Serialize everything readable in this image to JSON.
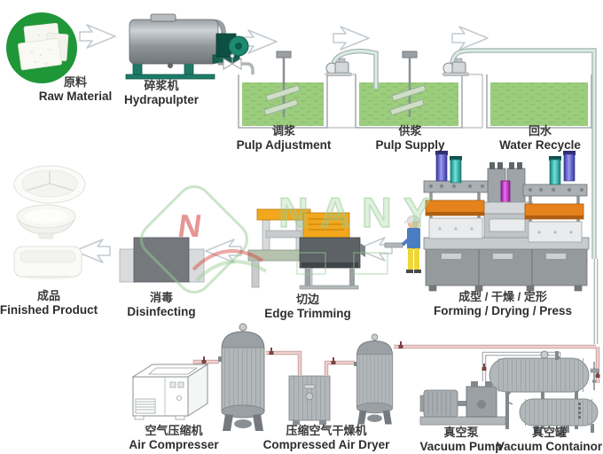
{
  "watermark": {
    "text": "NANY",
    "logo_letter": "N"
  },
  "stages": {
    "raw_material": {
      "zh": "原料",
      "en": "Raw Material"
    },
    "hydrapulpter": {
      "zh": "碎浆机",
      "en": "Hydrapulpter"
    },
    "pulp_adjustment": {
      "zh": "调浆",
      "en": "Pulp Adjustment"
    },
    "pulp_supply": {
      "zh": "供浆",
      "en": "Pulp Supply"
    },
    "water_recycle": {
      "zh": "回水",
      "en": "Water Recycle"
    },
    "forming": {
      "zh": "成型 / 干燥 / 定形",
      "en": "Forming / Drying / Press"
    },
    "edge_trimming": {
      "zh": "切边",
      "en": "Edge Trimming"
    },
    "disinfecting": {
      "zh": "消毒",
      "en": "Disinfecting"
    },
    "finished_product": {
      "zh": "成品",
      "en": "Finished Product"
    },
    "air_compresser": {
      "zh": "空气压缩机",
      "en": "Air Compresser"
    },
    "compressed_air_dryer": {
      "zh": "压缩空气干燥机",
      "en": "Compressed Air Dryer"
    },
    "vacuum_pump": {
      "zh": "真空泵",
      "en": "Vacuum Pump"
    },
    "vacuum_container": {
      "zh": "真空罐",
      "en": "Vacuum Containor"
    }
  },
  "colors": {
    "raw_material_green": "#1f9638",
    "tank_water_green": "#9bcd7d",
    "machine_teal": "#15604f",
    "press_orange": "#e6821c",
    "trimmer_orange": "#f2a71c",
    "cylinder_cyan": "#35c4bc",
    "cylinder_violet": "#5c5ce0",
    "cylinder_magenta": "#c02cc4",
    "pipe_pink": "#edd0ce",
    "pipe_teal": "#d9ebe5",
    "watermark_green": "#97cb93",
    "label_text": "#3a3a3a"
  }
}
